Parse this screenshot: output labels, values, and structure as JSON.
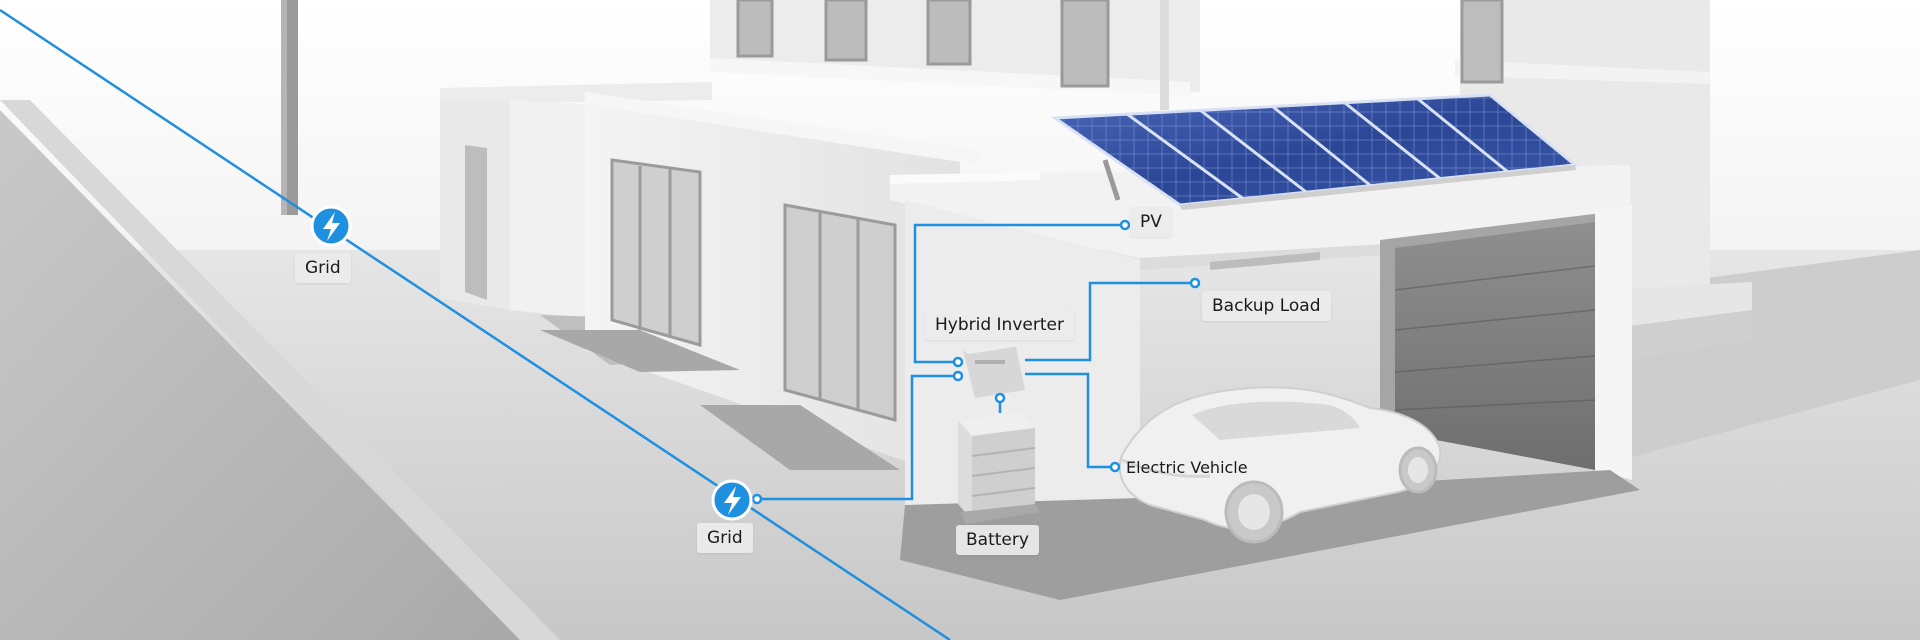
{
  "labels": {
    "grid_top": "Grid",
    "grid_bottom": "Grid",
    "pv": "PV",
    "backup_load": "Backup Load",
    "hybrid_inverter": "Hybrid Inverter",
    "electric_vehicle": "Electric Vehicle",
    "battery": "Battery"
  },
  "colors": {
    "connector_line": "#1f8fe0",
    "grid_badge": "#1f8fe0"
  },
  "icons": {
    "grid": "lightning-bolt-icon"
  }
}
